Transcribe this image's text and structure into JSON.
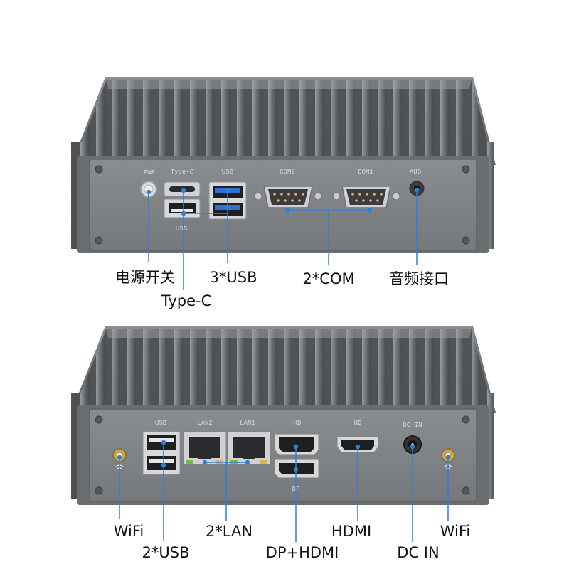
{
  "panels": {
    "front": {
      "port_labels": {
        "pwr": "PWR",
        "type_c": "Type-C",
        "usb_top": "USB",
        "usb_bottom": "USB",
        "com2": "COM2",
        "com1": "COM1",
        "aud": "AUD"
      },
      "callouts": {
        "power": "电源开关",
        "type_c": "Type-C",
        "usb": "3*USB",
        "com": "2*COM",
        "audio": "音频接口"
      }
    },
    "rear": {
      "port_labels": {
        "usb": "USB",
        "lan2": "LAN2",
        "lan1": "LAN1",
        "hd_left": "HD",
        "dp": "DP",
        "hd_right": "HD",
        "dc_in": "DC-IN"
      },
      "callouts": {
        "wifi_left": "WiFi",
        "usb": "2*USB",
        "lan": "2*LAN",
        "dp_hdmi": "DP+HDMI",
        "hdmi": "HDMI",
        "dc_in": "DC IN",
        "wifi_right": "WiFi"
      }
    }
  },
  "colors": {
    "chassis": "#6d7073",
    "panel": "#808386",
    "fin": "#5c5f62",
    "leader_line": "#2f7fd6",
    "usb_blue": "#2f6fd0",
    "label_text": "#111111"
  }
}
